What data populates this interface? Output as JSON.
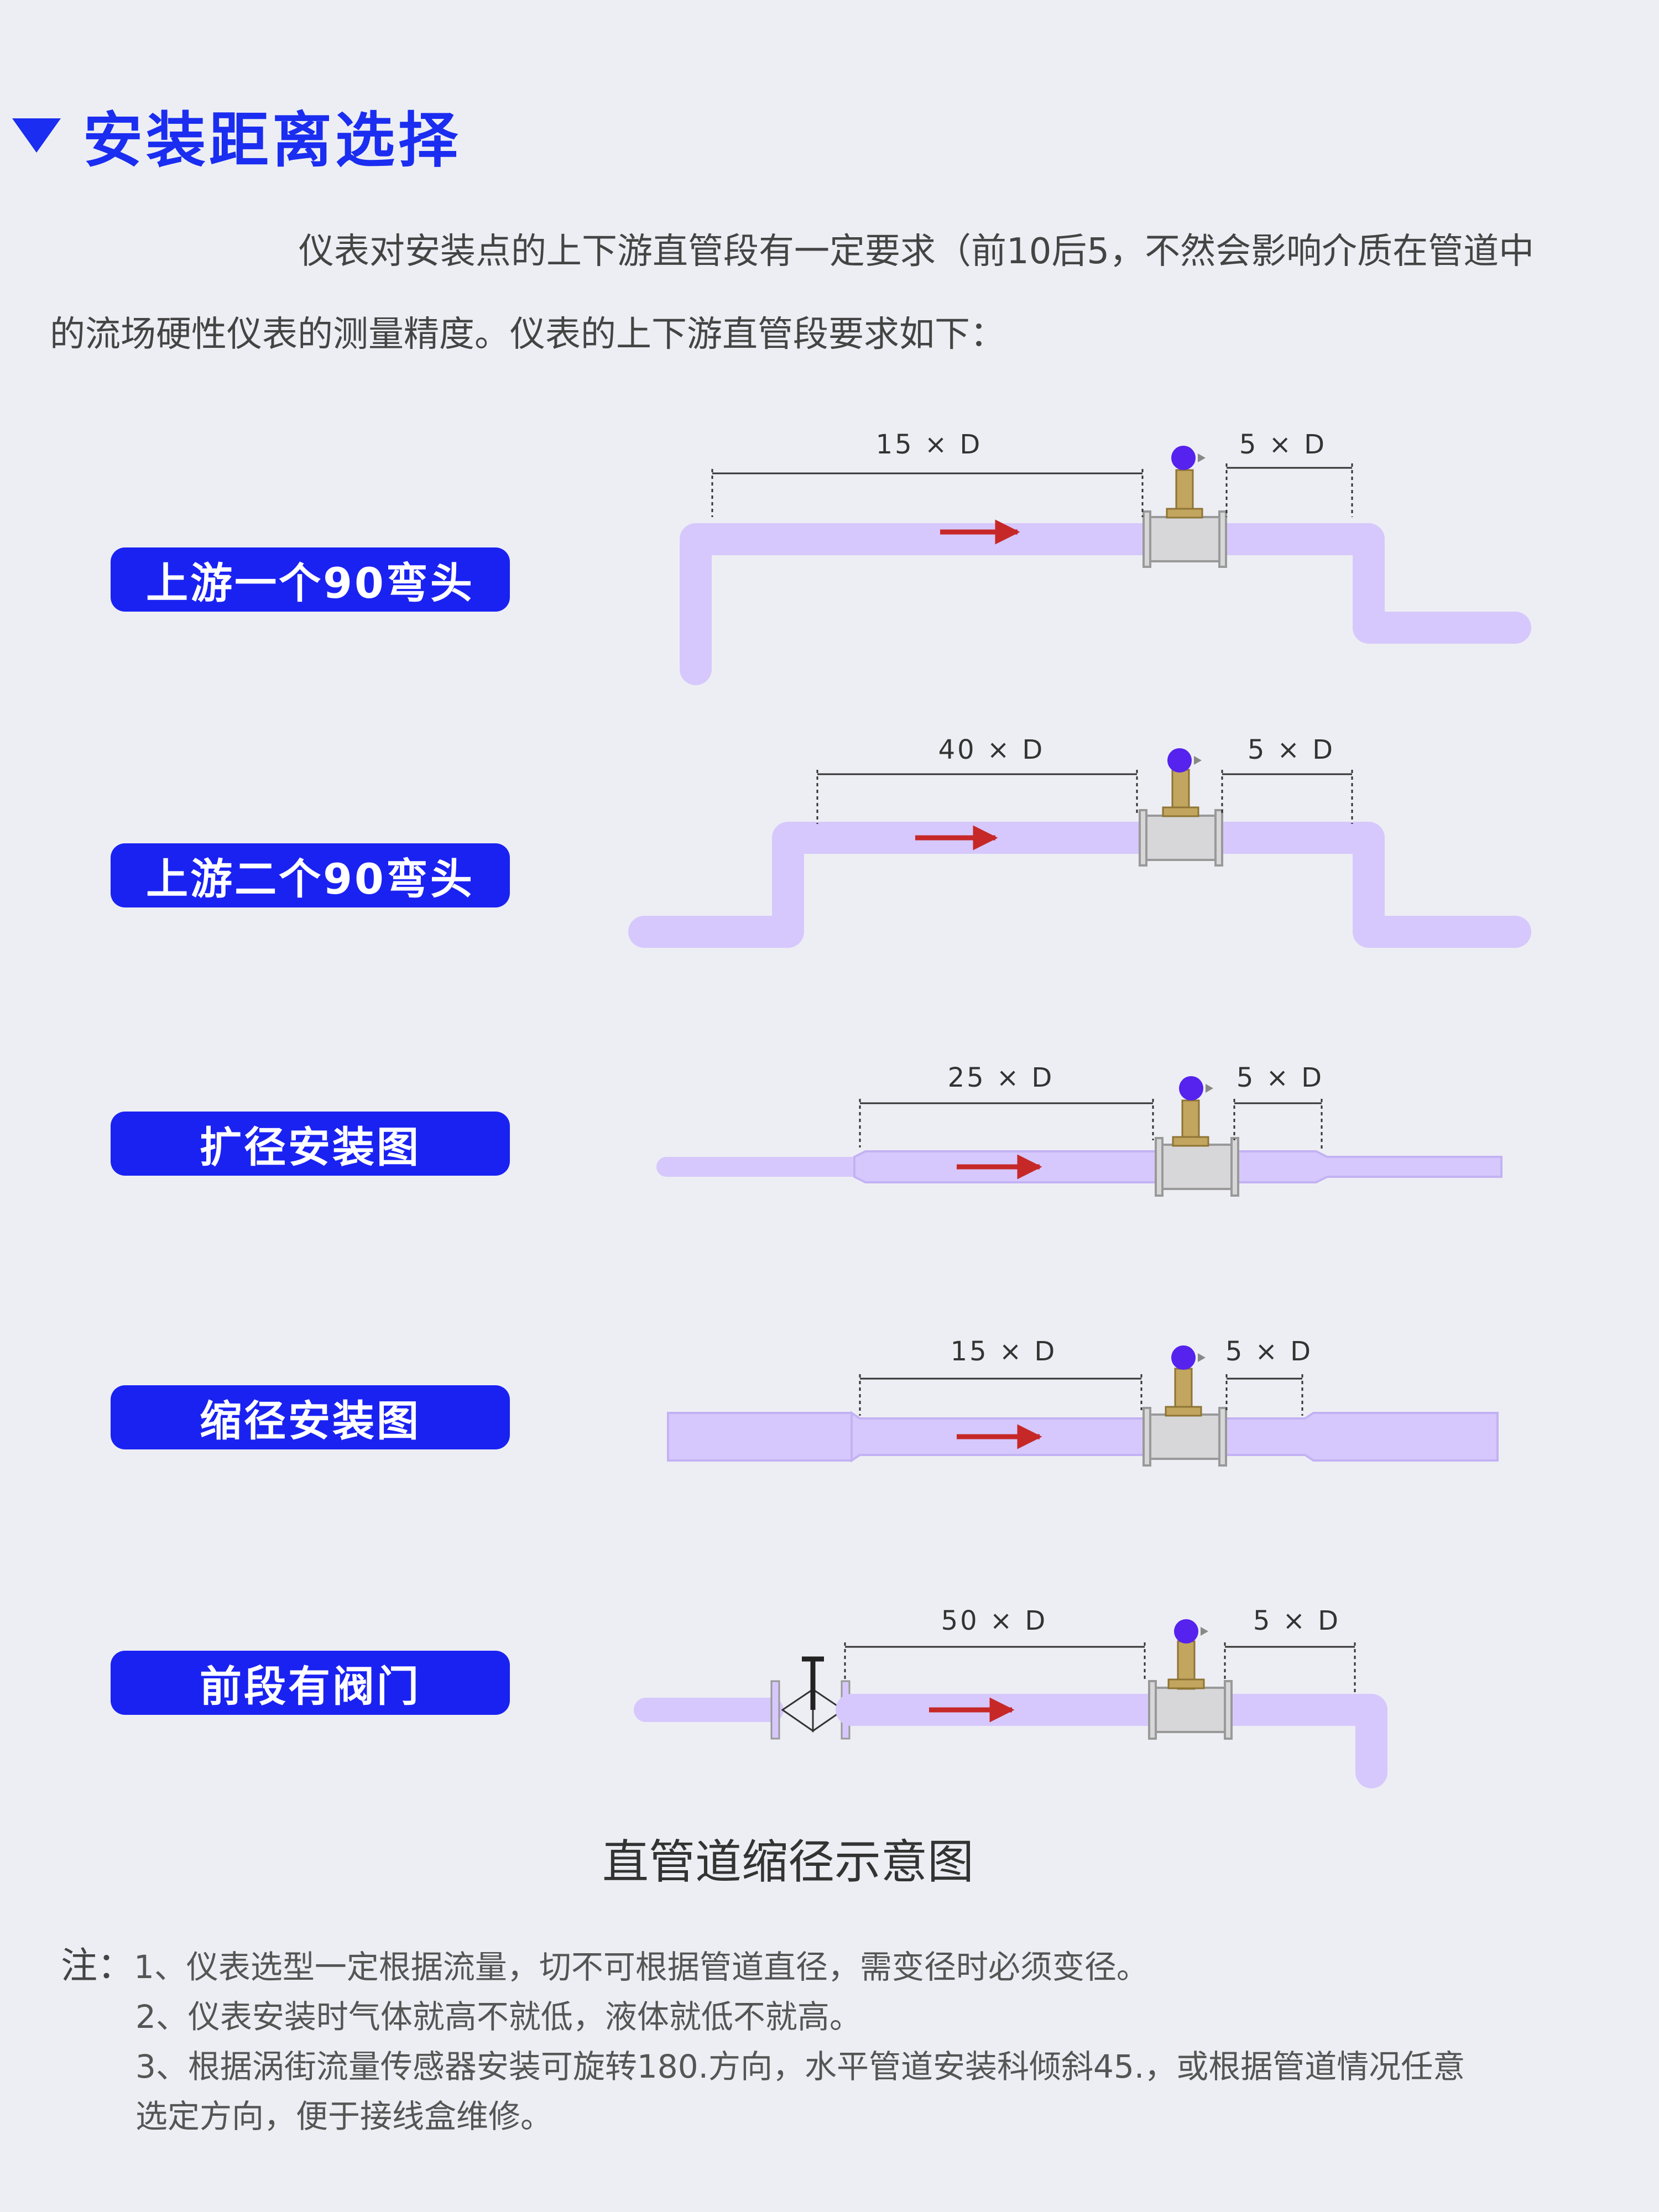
{
  "section": {
    "title": "安装距离选择",
    "intro": "仪表对安装点的上下游直管段有一定要求（前10后5，不然会影响介质在管道中的流场硬性仪表的测量精度。仪表的上下游直管段要求如下："
  },
  "colors": {
    "accent": "#1a2df0",
    "pipe": "#d6c8fc",
    "arrow": "#c62828",
    "valve_stem": "#c2a55e",
    "meter_knob": "#5522ee"
  },
  "rows": [
    {
      "label": "上游一个90弯头",
      "upstream": "15 × D",
      "downstream": "5 × D"
    },
    {
      "label": "上游二个90弯头",
      "upstream": "40 × D",
      "downstream": "5 × D"
    },
    {
      "label": "扩径安装图",
      "upstream": "25 × D",
      "downstream": "5 × D"
    },
    {
      "label": "缩径安装图",
      "upstream": "15 × D",
      "downstream": "5 × D"
    },
    {
      "label": "前段有阀门",
      "upstream": "50 × D",
      "downstream": "5 × D"
    }
  ],
  "caption": "直管道缩径示意图",
  "notes": {
    "prefix": "注：",
    "n1": "1、仪表选型一定根据流量，切不可根据管道直径，需变径时必须变径。",
    "n2": "2、仪表安装时气体就高不就低，液体就低不就高。",
    "n3a": "3、根据涡街流量传感器安装可旋转180.方向，水平管道安装科倾斜45.，或根据管道情况任意",
    "n3b": "选定方向，便于接线盒维修。"
  }
}
